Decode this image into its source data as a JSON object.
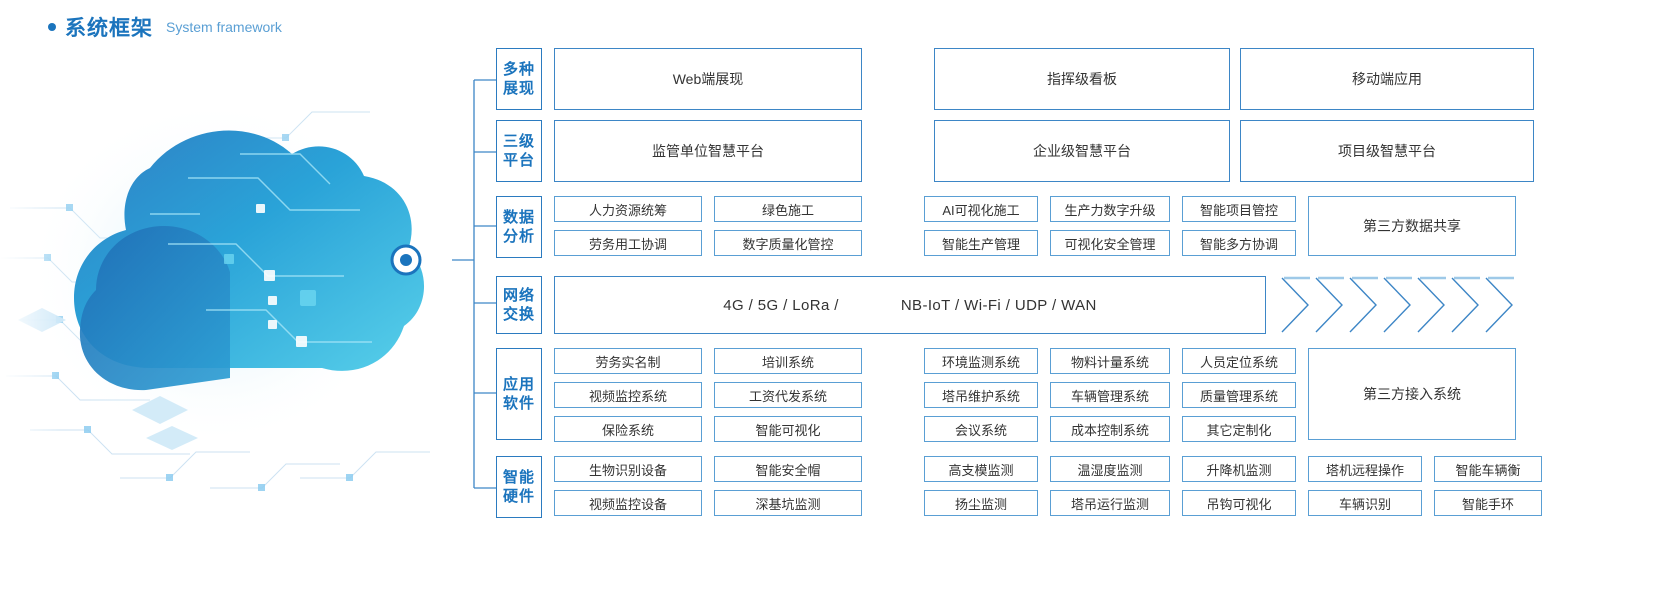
{
  "header": {
    "bullet_icon": "dot-icon",
    "title_cn": "系统框架",
    "title_en": "System framework",
    "accent_color": "#1b74bd"
  },
  "artwork": {
    "name": "cloud-network-illustration",
    "node_icon": "network-node-icon",
    "colors": [
      "#1b74bd",
      "#2a9fd6",
      "#4fc3e8",
      "#e8f4fb"
    ]
  },
  "diagram": {
    "rows": [
      {
        "key": "presentation",
        "label_lines": [
          "多种",
          "展现"
        ],
        "type": "three-big",
        "cells": [
          "Web端展现",
          "指挥级看板",
          "移动端应用"
        ]
      },
      {
        "key": "platform",
        "label_lines": [
          "三级",
          "平台"
        ],
        "type": "three-big",
        "cells": [
          "监管单位智慧平台",
          "企业级智慧平台",
          "项目级智慧平台"
        ]
      },
      {
        "key": "data-analysis",
        "label_lines": [
          "数据",
          "分析"
        ],
        "type": "grid-plus-tall",
        "left_grid": [
          [
            "人力资源统筹",
            "绿色施工"
          ],
          [
            "劳务用工协调",
            "数字质量化管控"
          ]
        ],
        "right_grid": [
          [
            "AI可视化施工",
            "生产力数字升级",
            "智能项目管控"
          ],
          [
            "智能生产管理",
            "可视化安全管理",
            "智能多方协调"
          ]
        ],
        "tall_cell": "第三方数据共享"
      },
      {
        "key": "network",
        "label_lines": [
          "网络",
          "交换"
        ],
        "type": "network",
        "text_left": "4G / 5G / LoRa /",
        "text_right": "NB-IoT / Wi-Fi / UDP / WAN",
        "arrow_count": 7
      },
      {
        "key": "application-software",
        "label_lines": [
          "应用",
          "软件"
        ],
        "type": "grid-plus-tall",
        "left_grid": [
          [
            "劳务实名制",
            "培训系统"
          ],
          [
            "视频监控系统",
            "工资代发系统"
          ],
          [
            "保险系统",
            "智能可视化"
          ]
        ],
        "right_grid": [
          [
            "环境监测系统",
            "物料计量系统",
            "人员定位系统"
          ],
          [
            "塔吊维护系统",
            "车辆管理系统",
            "质量管理系统"
          ],
          [
            "会议系统",
            "成本控制系统",
            "其它定制化"
          ]
        ],
        "tall_cell": "第三方接入系统"
      },
      {
        "key": "smart-hardware",
        "label_lines": [
          "智能",
          "硬件"
        ],
        "type": "grid-wide",
        "left_grid": [
          [
            "生物识别设备",
            "智能安全帽"
          ],
          [
            "视频监控设备",
            "深基坑监测"
          ]
        ],
        "right_grid": [
          [
            "高支模监测",
            "温湿度监测",
            "升降机监测",
            "塔机远程操作",
            "智能车辆衡"
          ],
          [
            "扬尘监测",
            "塔吊运行监测",
            "吊钩可视化",
            "车辆识别",
            "智能手环"
          ]
        ]
      }
    ]
  }
}
